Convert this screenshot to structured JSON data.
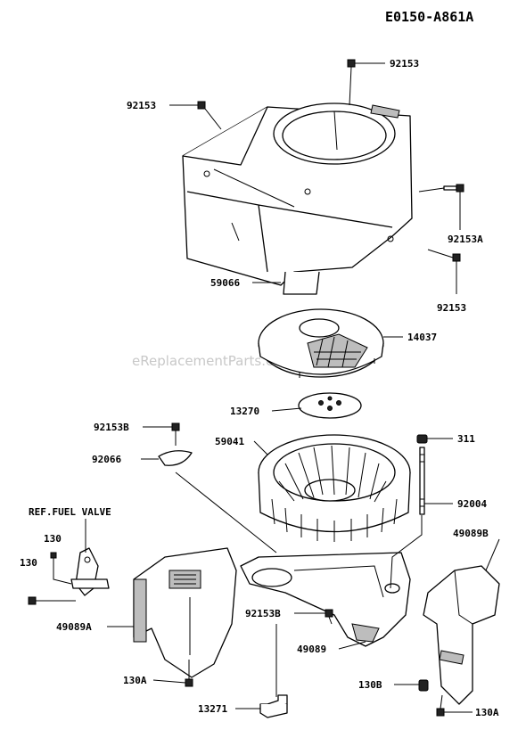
{
  "diagram_code": "E0150-A861A",
  "watermark": "eReplacementParts.com",
  "callouts": {
    "c92153_top": "92153",
    "c92153_left": "92153",
    "c92153a": "92153A",
    "c92153_right": "92153",
    "c59066": "59066",
    "c14037": "14037",
    "c13270": "13270",
    "c92153b_top": "92153B",
    "c92066": "92066",
    "c59041": "59041",
    "c311": "311",
    "c92004": "92004",
    "ref_fuel_valve": "REF.FUEL VALVE",
    "c130_a": "130",
    "c130_b": "130",
    "c49089b": "49089B",
    "c49089a": "49089A",
    "c92153b_mid": "92153B",
    "c49089": "49089",
    "c130a_left": "130A",
    "c130b": "130B",
    "c13271": "13271",
    "c130a_right": "130A"
  }
}
